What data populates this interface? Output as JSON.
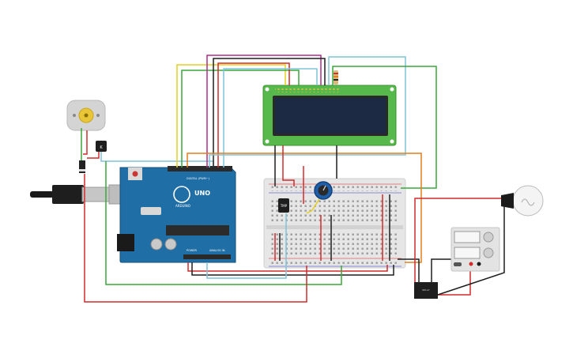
{
  "board": {
    "brand": "ARDUINO",
    "model": "UNO",
    "digital_label": "DIGITAL (PWM~)",
    "power_label": "POWER",
    "analog_label": "ANALOG IN"
  },
  "components": {
    "ic_label": "TMP",
    "relay_label": "RELAY"
  },
  "wire_colors": {
    "red": "#d42a2a",
    "black": "#1e1e1e",
    "green": "#3aa63a",
    "yellow": "#e6cf1f",
    "orange": "#e07e1d",
    "blue": "#7ec4d9",
    "purple": "#b02c8c",
    "board": "#1f6ea5",
    "lcd_board": "#57b84b",
    "lcd_screen": "#1c2a44"
  }
}
